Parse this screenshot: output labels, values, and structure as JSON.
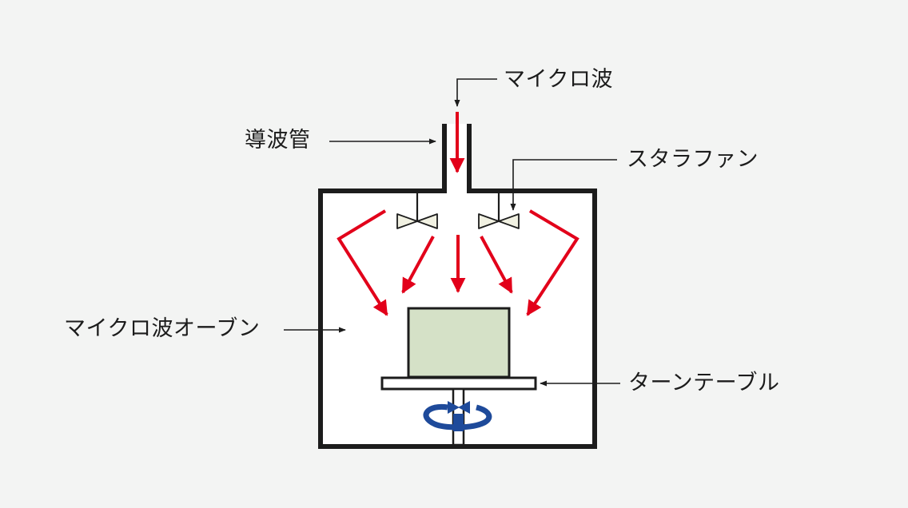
{
  "labels": {
    "microwave": "マイクロ波",
    "waveguide": "導波管",
    "stirrer_fan": "スタラファン",
    "microwave_oven": "マイクロ波オーブン",
    "turntable": "ターンテーブル"
  },
  "colors": {
    "background": "#f3f4f3",
    "outline": "#1c1c1c",
    "microwave_arrow": "#e2001a",
    "food": "#d5e1c7",
    "rotation_arrow": "#1e4a9a",
    "fan_blade": "#f1f1e2"
  },
  "icons": {
    "rotation": "rotate-arrow-icon",
    "fan": "stirrer-fan-icon"
  }
}
